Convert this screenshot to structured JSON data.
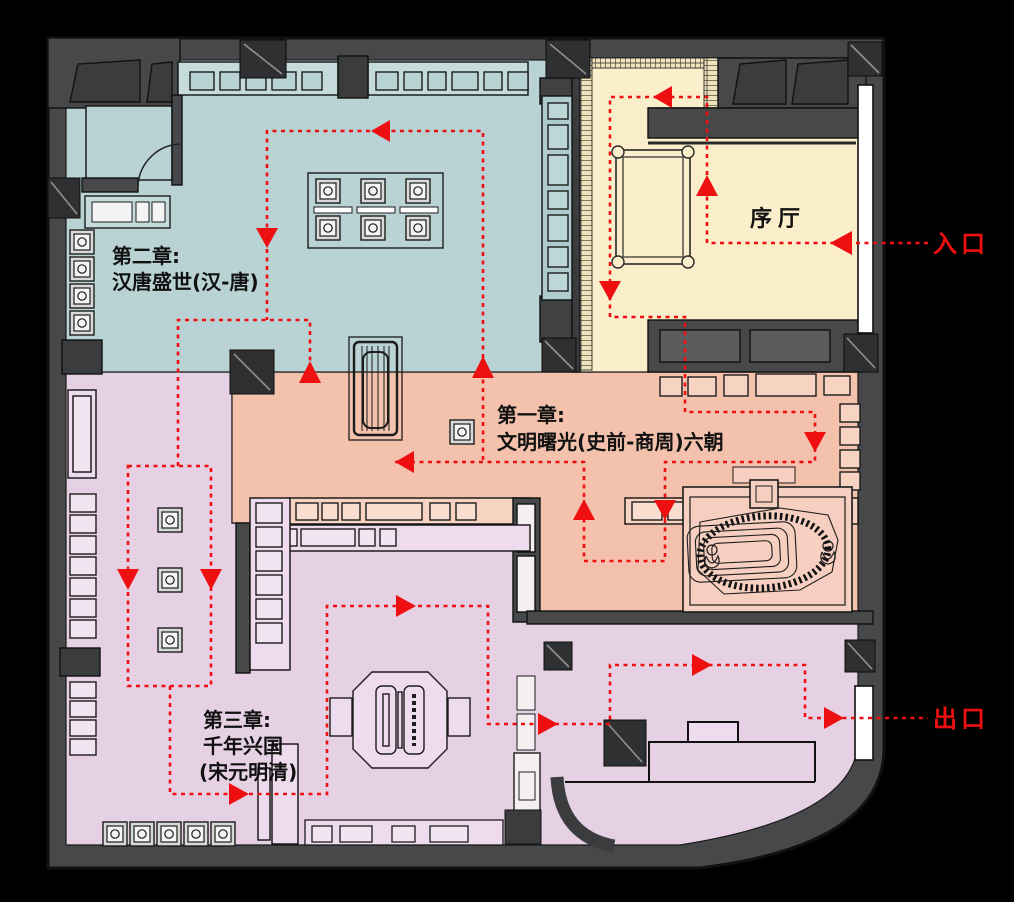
{
  "plan": {
    "type": "museum-exhibition-floor-plan",
    "zones": {
      "lobby": {
        "label": "序厅",
        "color": "#faeecb"
      },
      "chapter1": {
        "line1": "第一章:",
        "line2": "文明曙光(史前-商周)六朝",
        "color": "#f4c2ac"
      },
      "chapter2": {
        "line1": "第二章:",
        "line2": "汉唐盛世(汉-唐)",
        "color": "#b9d2d3"
      },
      "chapter3": {
        "line1": "第三章:",
        "line2": "千年兴国",
        "line3": "(宋元明清)",
        "color": "#e6d0e4"
      }
    },
    "markers": {
      "entrance": {
        "label": "入口",
        "color": "#ee1011"
      },
      "exit": {
        "label": "出口",
        "color": "#ee1011"
      }
    },
    "route": {
      "color": "#ee1011",
      "style": "dashed-with-arrows"
    },
    "wall_color": "#46484a",
    "background": "#000000"
  }
}
